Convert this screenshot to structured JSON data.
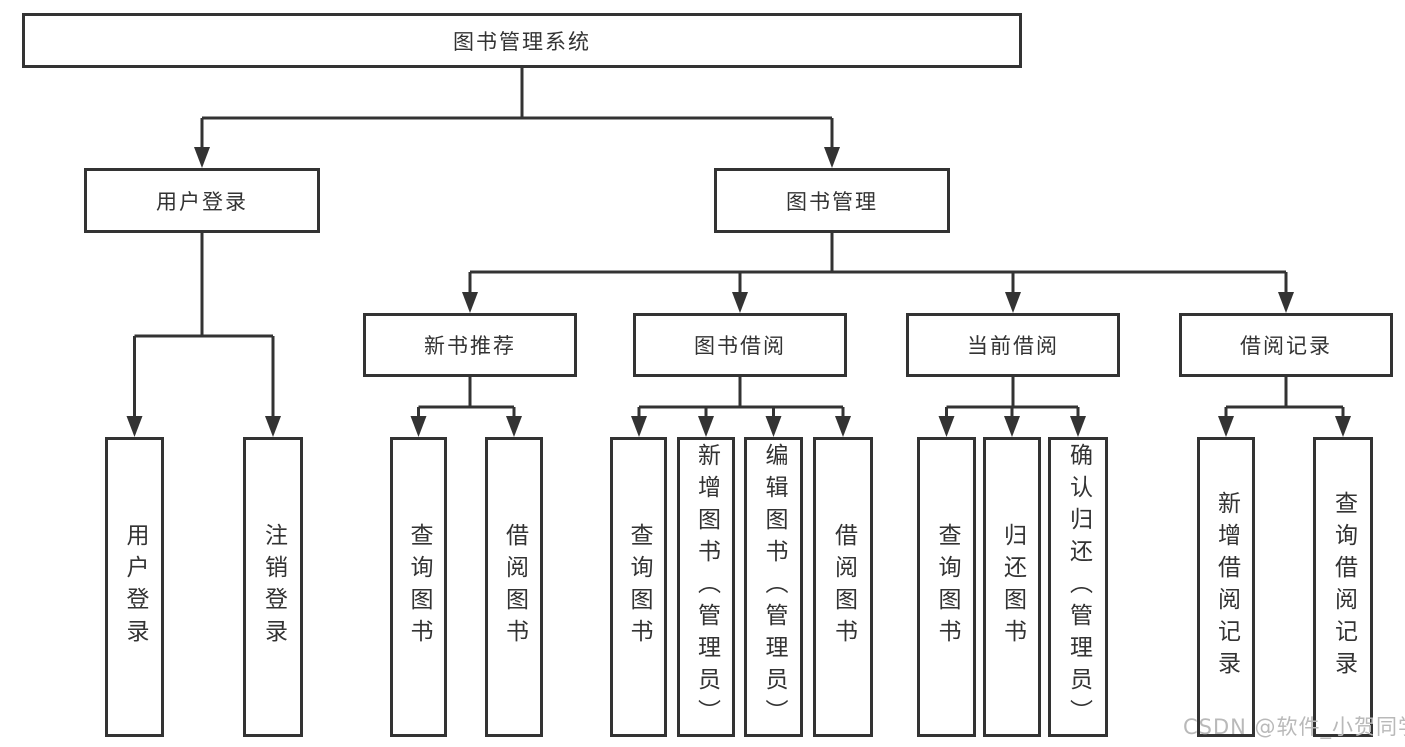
{
  "diagram_type": "hierarchy-tree",
  "colors": {
    "line": "#333333",
    "box_border": "#333333",
    "text": "#333333",
    "background": "#ffffff",
    "watermark_text_color": "#b9b9b9"
  },
  "watermark": "CSDN @软件_小贺同学",
  "tree": {
    "label": "图书管理系统",
    "children": [
      {
        "label": "用户登录",
        "children": [
          {
            "label": "用户登录"
          },
          {
            "label": "注销登录"
          }
        ]
      },
      {
        "label": "图书管理",
        "children": [
          {
            "label": "新书推荐",
            "children": [
              {
                "label": "查询图书"
              },
              {
                "label": "借阅图书"
              }
            ]
          },
          {
            "label": "图书借阅",
            "children": [
              {
                "label": "查询图书"
              },
              {
                "label": "新增图书（管理员）"
              },
              {
                "label": "编辑图书（管理员）"
              },
              {
                "label": "借阅图书"
              }
            ]
          },
          {
            "label": "当前借阅",
            "children": [
              {
                "label": "查询图书"
              },
              {
                "label": "归还图书"
              },
              {
                "label": "确认归还（管理员）"
              }
            ]
          },
          {
            "label": "借阅记录",
            "children": [
              {
                "label": "新增借阅记录"
              },
              {
                "label": "查询借阅记录"
              }
            ]
          }
        ]
      }
    ]
  }
}
